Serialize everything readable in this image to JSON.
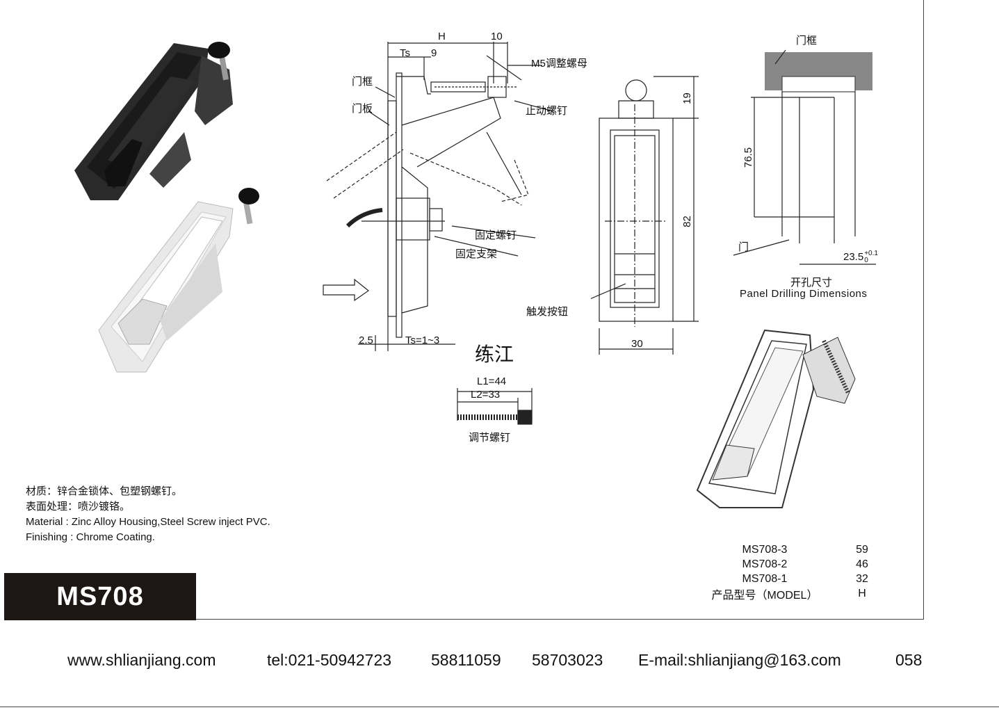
{
  "drawing": {
    "dim_H": "H",
    "dim_10": "10",
    "dim_Ts": "Ts",
    "dim_9": "9",
    "label_m5_nut": "M5调整螺母",
    "label_door_frame": "门框",
    "label_door_panel": "门板",
    "label_stop_screw": "止动螺钉",
    "label_fix_screw": "固定螺钉",
    "label_fix_bracket": "固定支架",
    "dim_2_5": "2.5",
    "dim_ts_range": "Ts=1~3",
    "label_trigger_button": "触发按钮",
    "dim_19": "19",
    "dim_82": "82",
    "dim_30": "30",
    "signature": "练江",
    "dim_L1": "L1=44",
    "dim_L2": "L2=33",
    "label_adjust_screw": "调节螺钉"
  },
  "cutout": {
    "label_door_frame": "门框",
    "dim_76_5": "76.5",
    "label_door": "门",
    "dim_23_5": "23.5",
    "tol_upper": "+0.1",
    "tol_lower": "0",
    "title_cn": "开孔尺寸",
    "title_en": "Panel Drilling Dimensions"
  },
  "material": {
    "cn_material": "材质：锌合金锁体、包塑钢螺钉。",
    "cn_finish": "表面处理：喷沙镀铬。",
    "en_material": "Material : Zinc Alloy Housing,Steel Screw inject PVC.",
    "en_finish": "Finishing : Chrome Coating."
  },
  "product": {
    "model": "MS708"
  },
  "model_table": {
    "rows": [
      {
        "model": "MS708-3",
        "value": "59"
      },
      {
        "model": "MS708-2",
        "value": "46"
      },
      {
        "model": "MS708-1",
        "value": "32"
      }
    ],
    "header_model": "产品型号（MODEL）",
    "header_value": "H"
  },
  "footer": {
    "website": "www.shlianjiang.com",
    "tel": "tel:021-50942723",
    "tel2": "58811059",
    "tel3": "58703023",
    "email": "E-mail:shlianjiang@163.com",
    "page": "058"
  }
}
